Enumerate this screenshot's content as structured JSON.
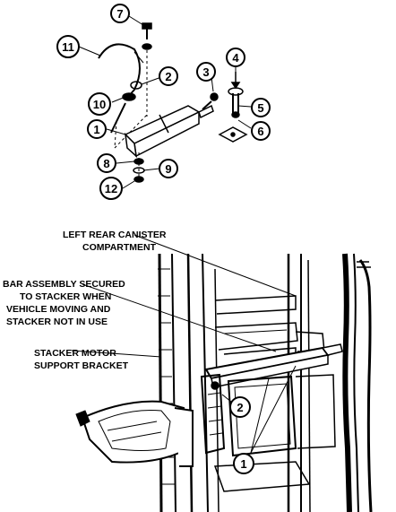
{
  "top_callouts": {
    "c7": "7",
    "c11": "11",
    "c2": "2",
    "c3": "3",
    "c4": "4",
    "c10": "10",
    "c5": "5",
    "c1": "1",
    "c6": "6",
    "c8": "8",
    "c9": "9",
    "c12": "12"
  },
  "labels": {
    "left_rear_line1": "LEFT REAR CANISTER",
    "left_rear_line2": "COMPARTMENT",
    "bar_line1": "BAR ASSEMBLY SECURED",
    "bar_line2": "TO STACKER WHEN",
    "bar_line3": "VEHICLE MOVING AND",
    "bar_line4": "STACKER NOT IN USE",
    "motor_line1": "STACKER MOTOR",
    "motor_line2": "SUPPORT BRACKET"
  },
  "bottom_callouts": {
    "c2": "2",
    "c1": "1"
  }
}
